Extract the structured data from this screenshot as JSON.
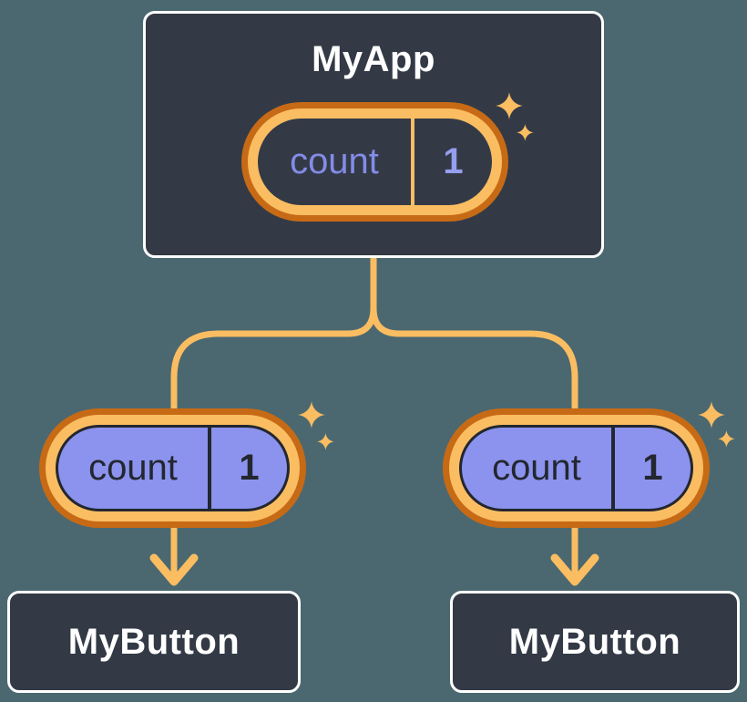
{
  "palette": {
    "bg": "#4B6870",
    "node_fill": "#333A46",
    "node_border": "#FFFFFF",
    "node_text": "#FFFFFF",
    "ring_outer": "#C76A15",
    "ring_inner": "#FABD62",
    "connector": "#FABD62",
    "pill_fill": "#8B93EE",
    "pill_text_dark": "#23272F",
    "pill_name_text": "#838CE7",
    "pill_value_text": "#969EF0",
    "sparkle": "#FABD62"
  },
  "icons": {
    "sparkle": "four-point-star-twinkle"
  },
  "root": {
    "label": "MyApp",
    "state_name": "count",
    "state_value": "1"
  },
  "children": [
    {
      "label": "MyButton",
      "prop_name": "count",
      "prop_value": "1"
    },
    {
      "label": "MyButton",
      "prop_name": "count",
      "prop_value": "1"
    }
  ]
}
